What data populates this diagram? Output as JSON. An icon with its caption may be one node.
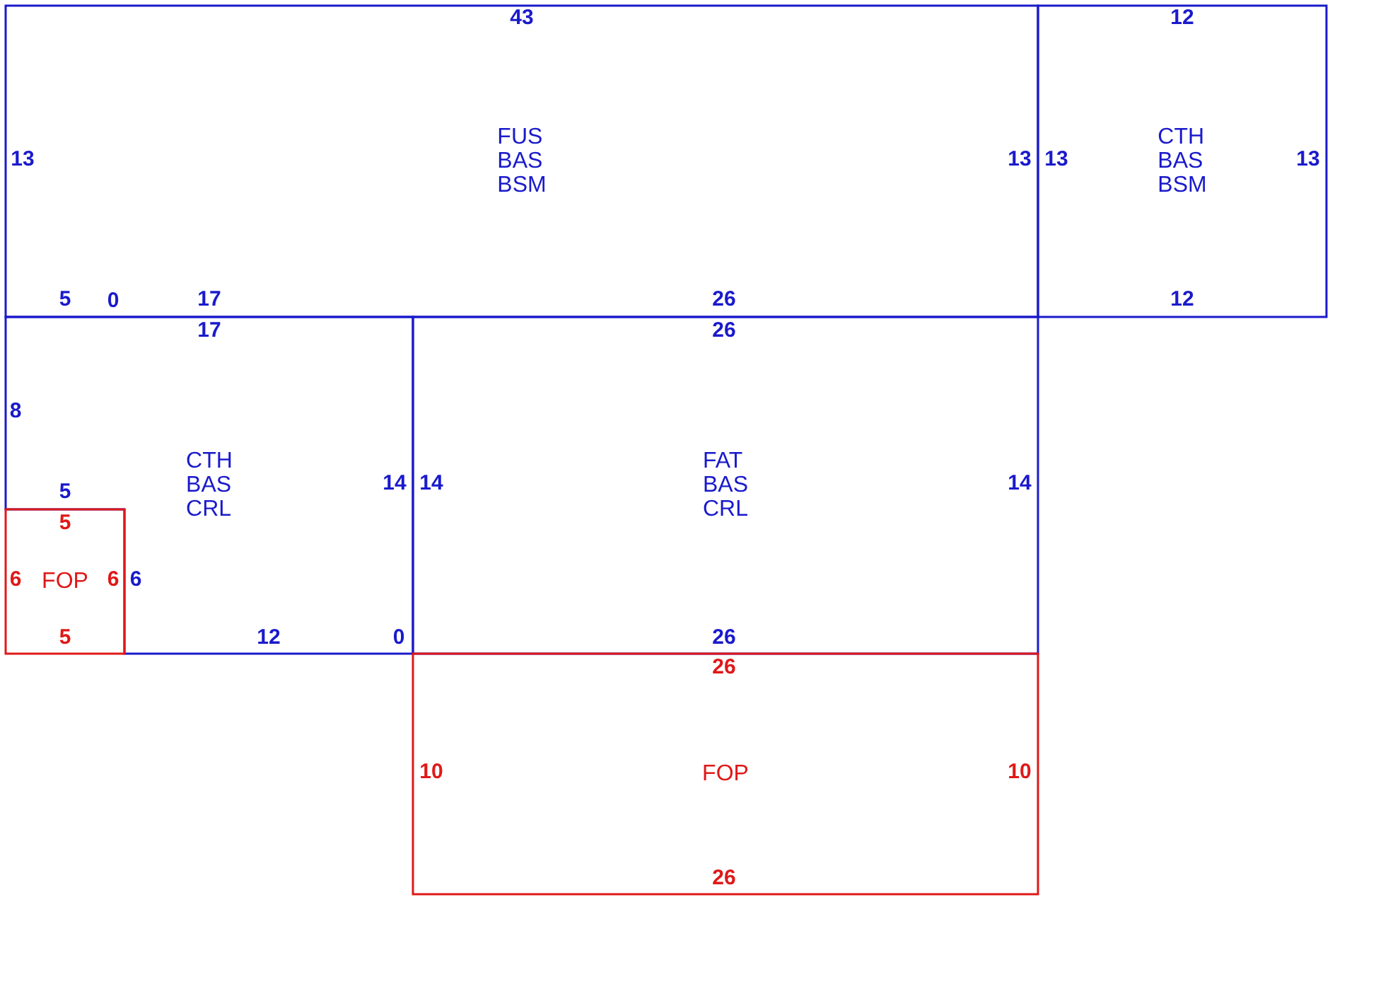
{
  "diagram": {
    "nodes": [
      {
        "text": [
          "FUS BAS BSM"
        ]
      },
      {
        "text": [
          "CTH BAS BSM"
        ]
      },
      {
        "text": [
          "CTH BAS CRL"
        ]
      },
      {
        "text": [
          "FOP"
        ]
      },
      {
        "text": [
          "FAT BAS CRL"
        ]
      },
      {
        "text": [
          "FOP"
        ]
      }
    ],
    "labels": [
      "43",
      "12",
      "13",
      "13",
      "13",
      "13",
      "5",
      "0",
      "17",
      "26",
      "12",
      "17",
      "26",
      "8",
      "14",
      "14",
      "14",
      "5",
      "5",
      "6",
      "6",
      "6",
      "5",
      "12",
      "0",
      "26",
      "26",
      "10",
      "10",
      "26"
    ]
  }
}
